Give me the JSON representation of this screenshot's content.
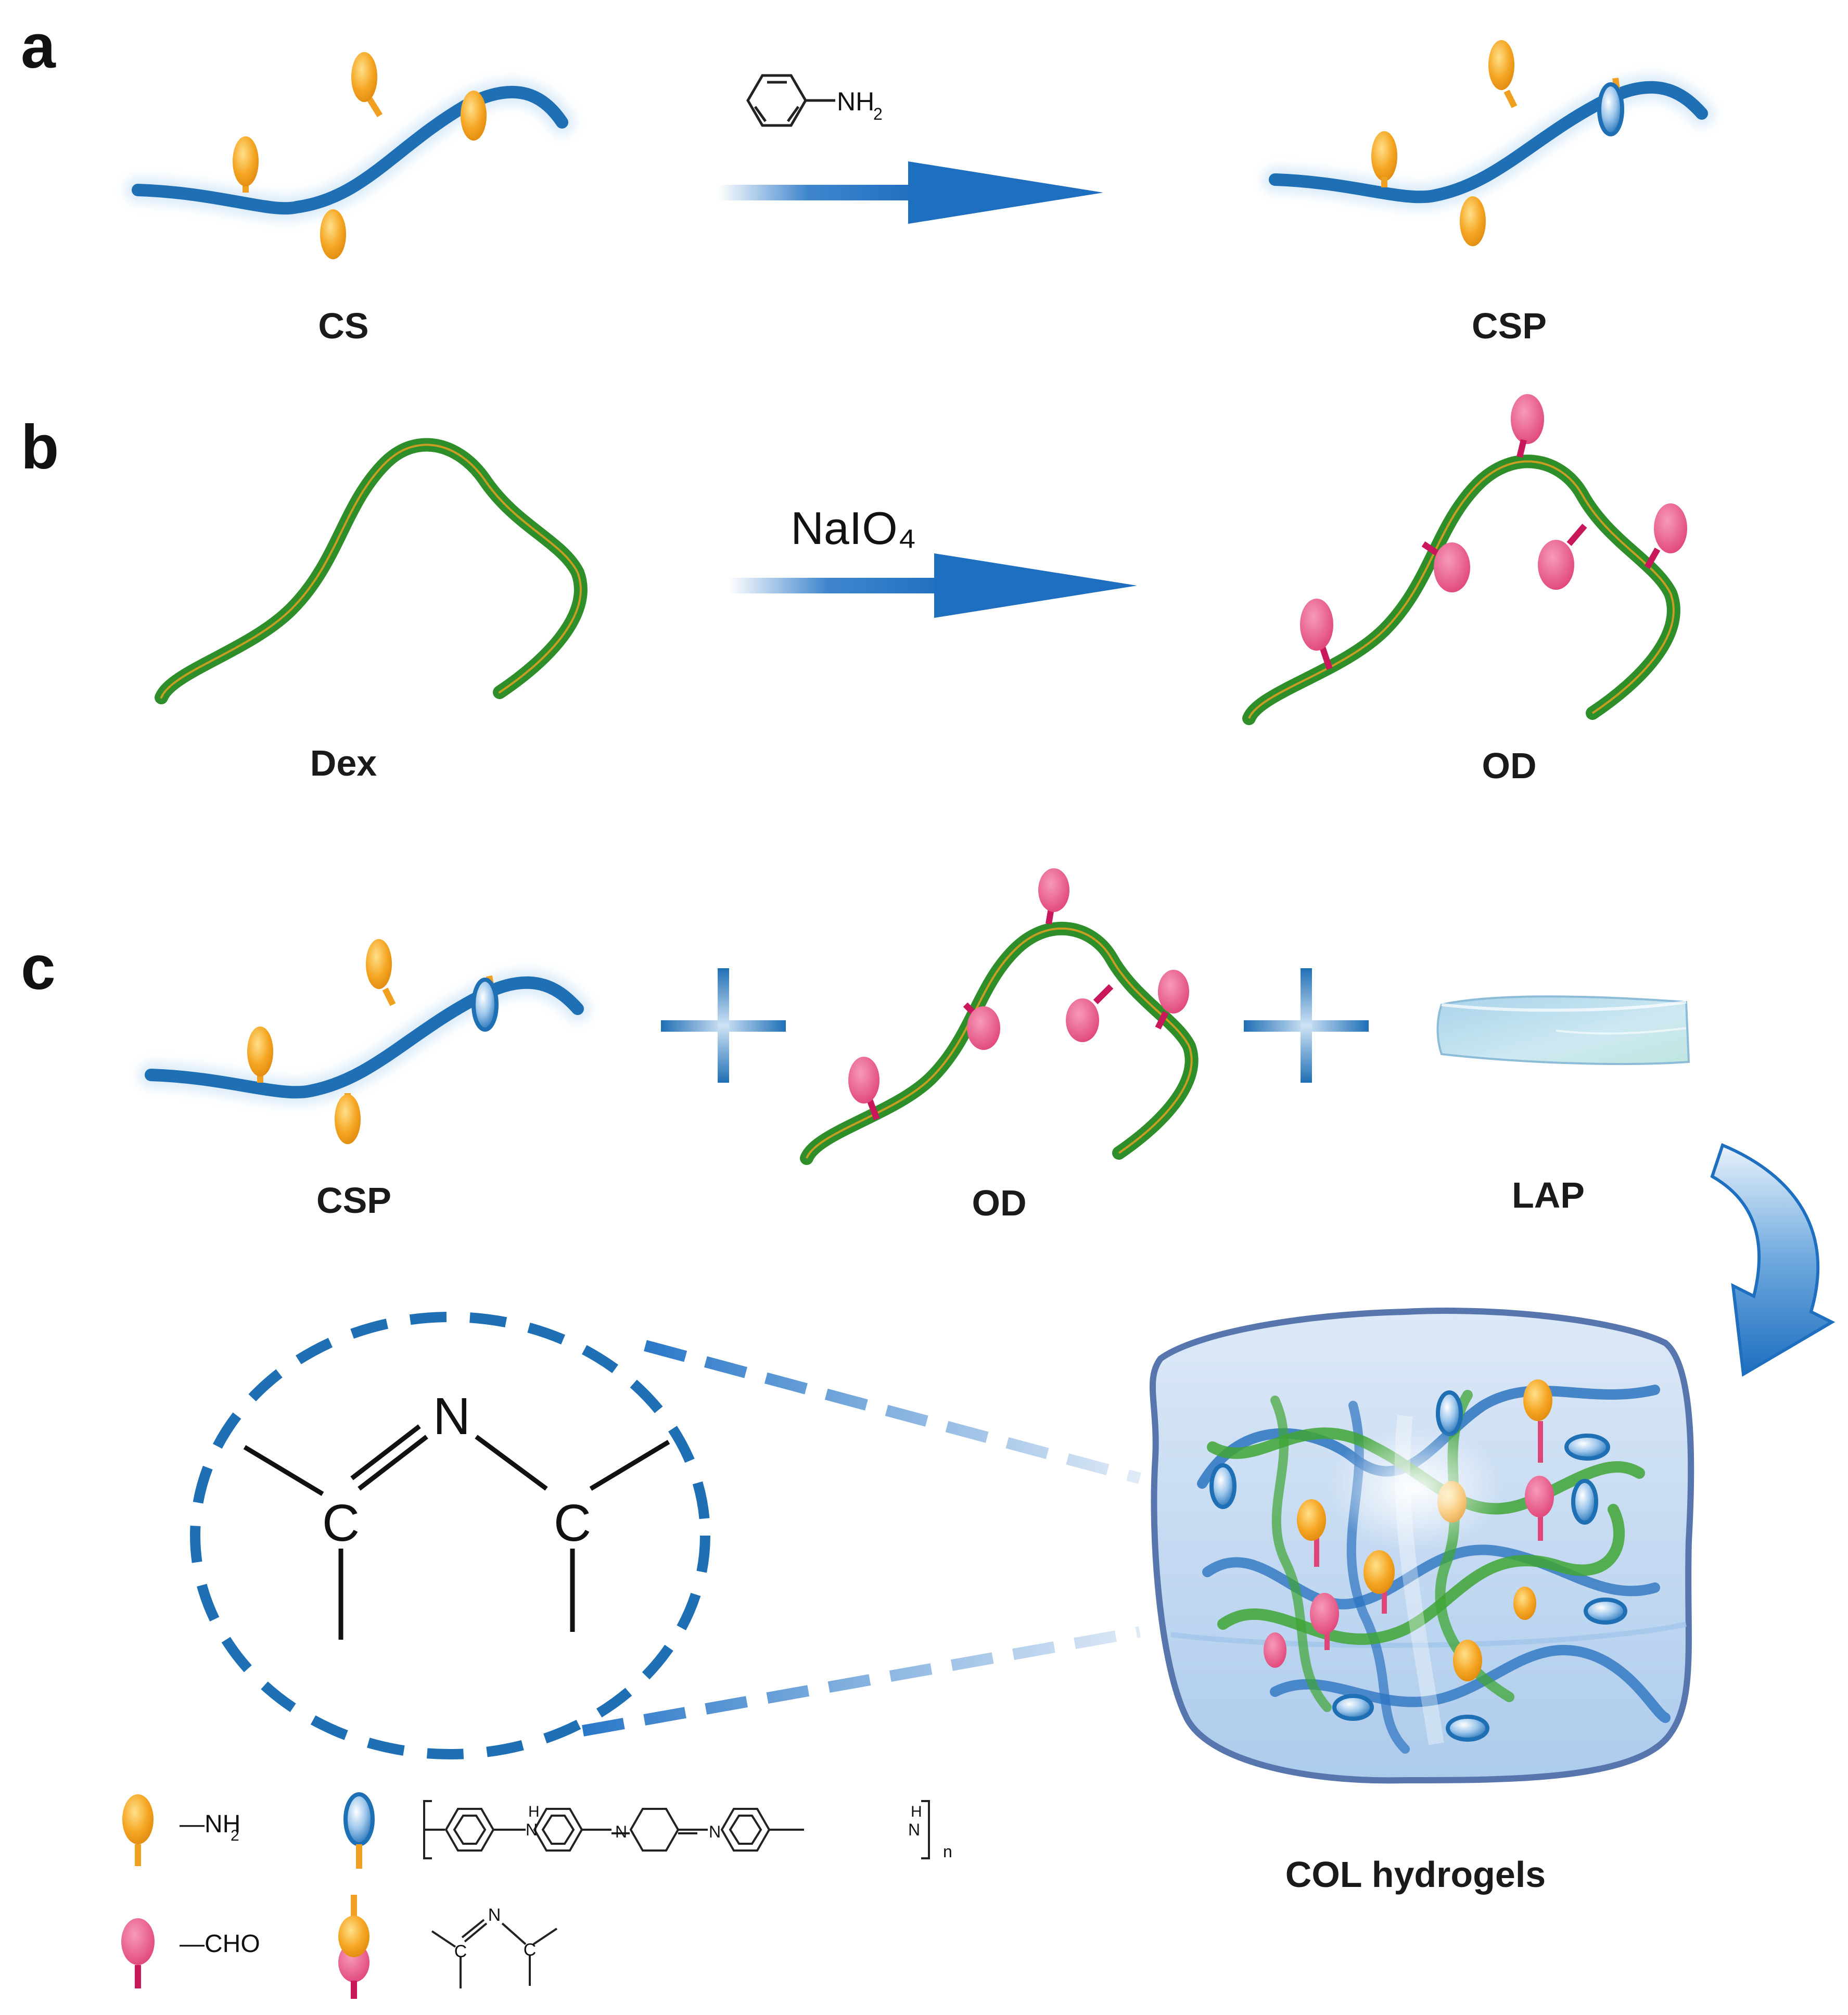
{
  "panels": {
    "a": "a",
    "b": "b",
    "c": "c"
  },
  "panel_a": {
    "left_label": "CS",
    "right_label": "CSP",
    "reagent_group": "NH",
    "reagent_subscript": "2"
  },
  "panel_b": {
    "left_label": "Dex",
    "right_label": "OD",
    "reagent": "NaIO₄"
  },
  "panel_c": {
    "labels": [
      "CSP",
      "OD",
      "LAP"
    ],
    "product_label": "COL hydrogels",
    "imine_atoms": {
      "n": "N",
      "c1": "C",
      "c2": "C"
    }
  },
  "legend": {
    "nh2_group": "—NH",
    "nh2_subscript": "2",
    "cho_group": "—CHO",
    "pani_h": "H",
    "pani_n": "N",
    "pani_n_subscript": "n",
    "imine_n": "N",
    "imine_c": "C"
  },
  "colors": {
    "cs_chain": "#1f6fb5",
    "dextran_chain": "#3fa535",
    "amine_bead": "#f0a020",
    "aldehyde_bead": "#e0457a",
    "polyaniline_bead": "#1f6fb5",
    "arrow": "#2a78c8",
    "hydrogel": "#c5dcf2"
  }
}
